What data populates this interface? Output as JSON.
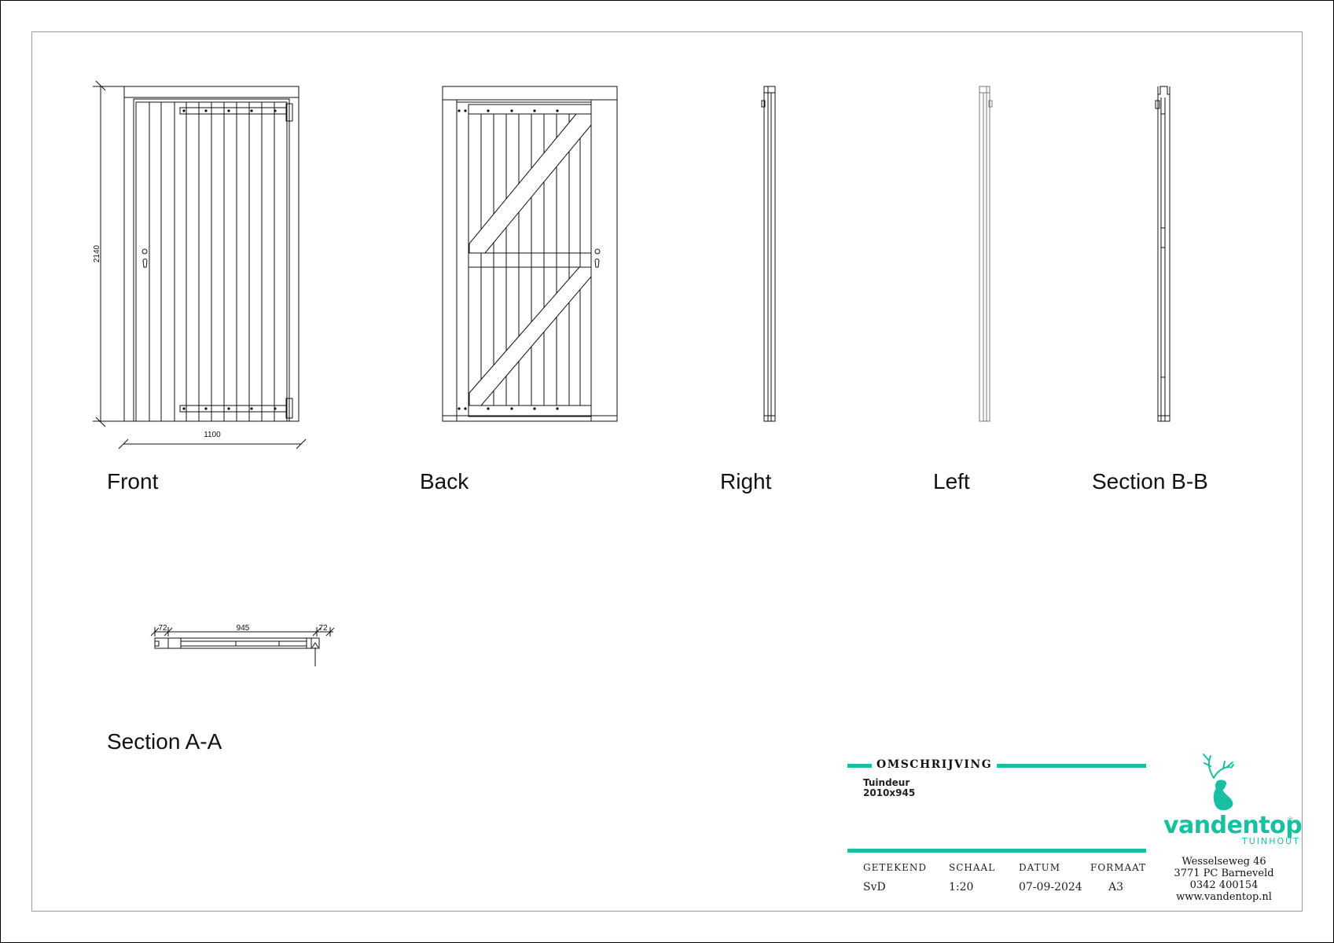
{
  "views": {
    "front_label": "Front",
    "back_label": "Back",
    "right_label": "Right",
    "left_label": "Left",
    "section_bb_label": "Section B-B",
    "section_aa_label": "Section A-A"
  },
  "dimensions": {
    "front_height": "2140",
    "front_width": "1100",
    "section_left": "72",
    "section_width": "945",
    "section_right": "72"
  },
  "title_block": {
    "heading": "OMSCHRIJVING",
    "description_line1": "Tuindeur",
    "description_line2": "2010x945",
    "columns": [
      {
        "label": "GETEKEND",
        "value": "SvD"
      },
      {
        "label": "SCHAAL",
        "value": "1:20"
      },
      {
        "label": "DATUM",
        "value": "07-09-2024"
      },
      {
        "label": "FORMAAT",
        "value": "A3"
      }
    ]
  },
  "company": {
    "name": "vandentop",
    "registered_mark": "®",
    "tagline": "TUINHOUT",
    "address_line1": "Wesselseweg 46",
    "address_line2": "3771 PC Barneveld",
    "phone": "0342 400154",
    "website": "www.vandentop.nl"
  },
  "colors": {
    "accent": "#18bfa0",
    "line": "#111111"
  }
}
